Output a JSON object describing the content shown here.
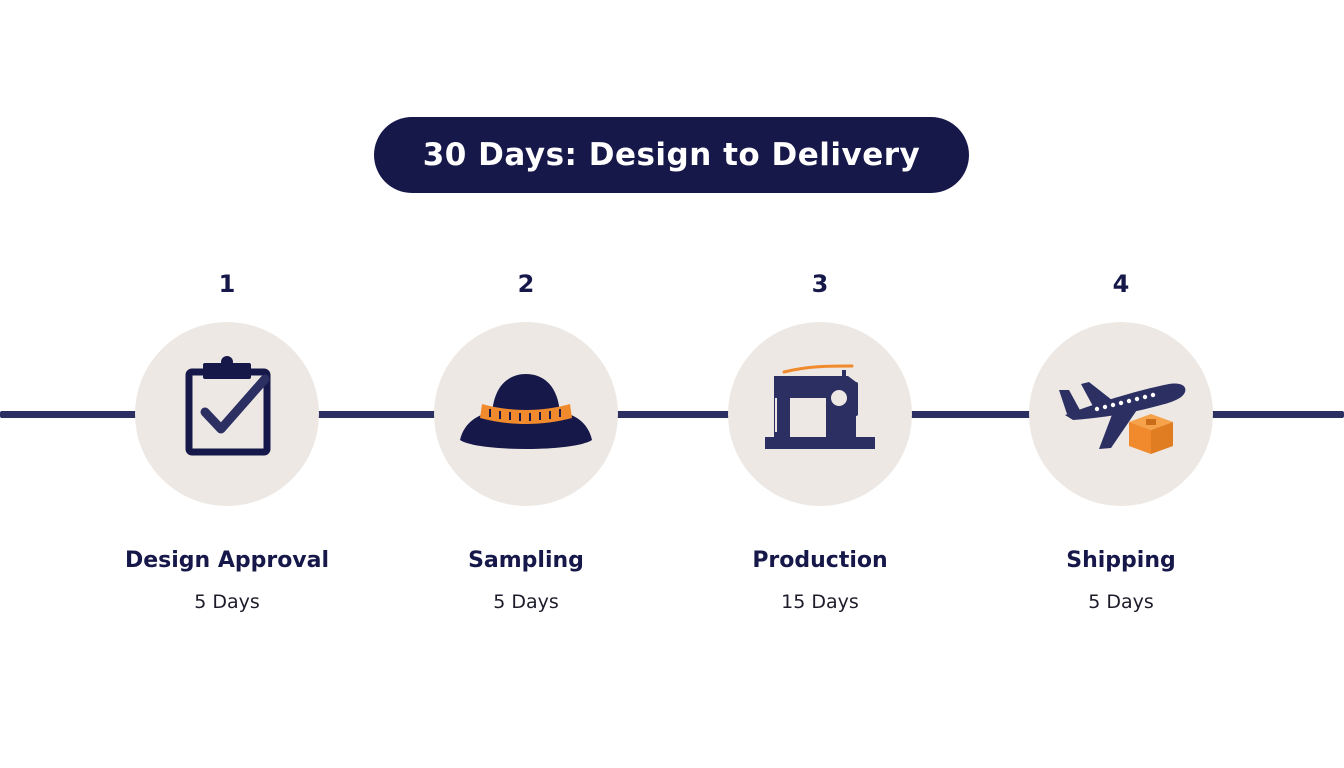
{
  "title": "30 Days: Design to Delivery",
  "colors": {
    "navy": "#17184a",
    "line": "#2b2f62",
    "circle": "#ede8e3",
    "accent_orange": "#f08a2c"
  },
  "steps": [
    {
      "number": "1",
      "label": "Design Approval",
      "duration": "5 Days",
      "icon": "clipboard-check-icon"
    },
    {
      "number": "2",
      "label": "Sampling",
      "duration": "5 Days",
      "icon": "bucket-hat-icon"
    },
    {
      "number": "3",
      "label": "Production",
      "duration": "15 Days",
      "icon": "sewing-machine-icon"
    },
    {
      "number": "4",
      "label": "Shipping",
      "duration": "5 Days",
      "icon": "airplane-box-icon"
    }
  ]
}
